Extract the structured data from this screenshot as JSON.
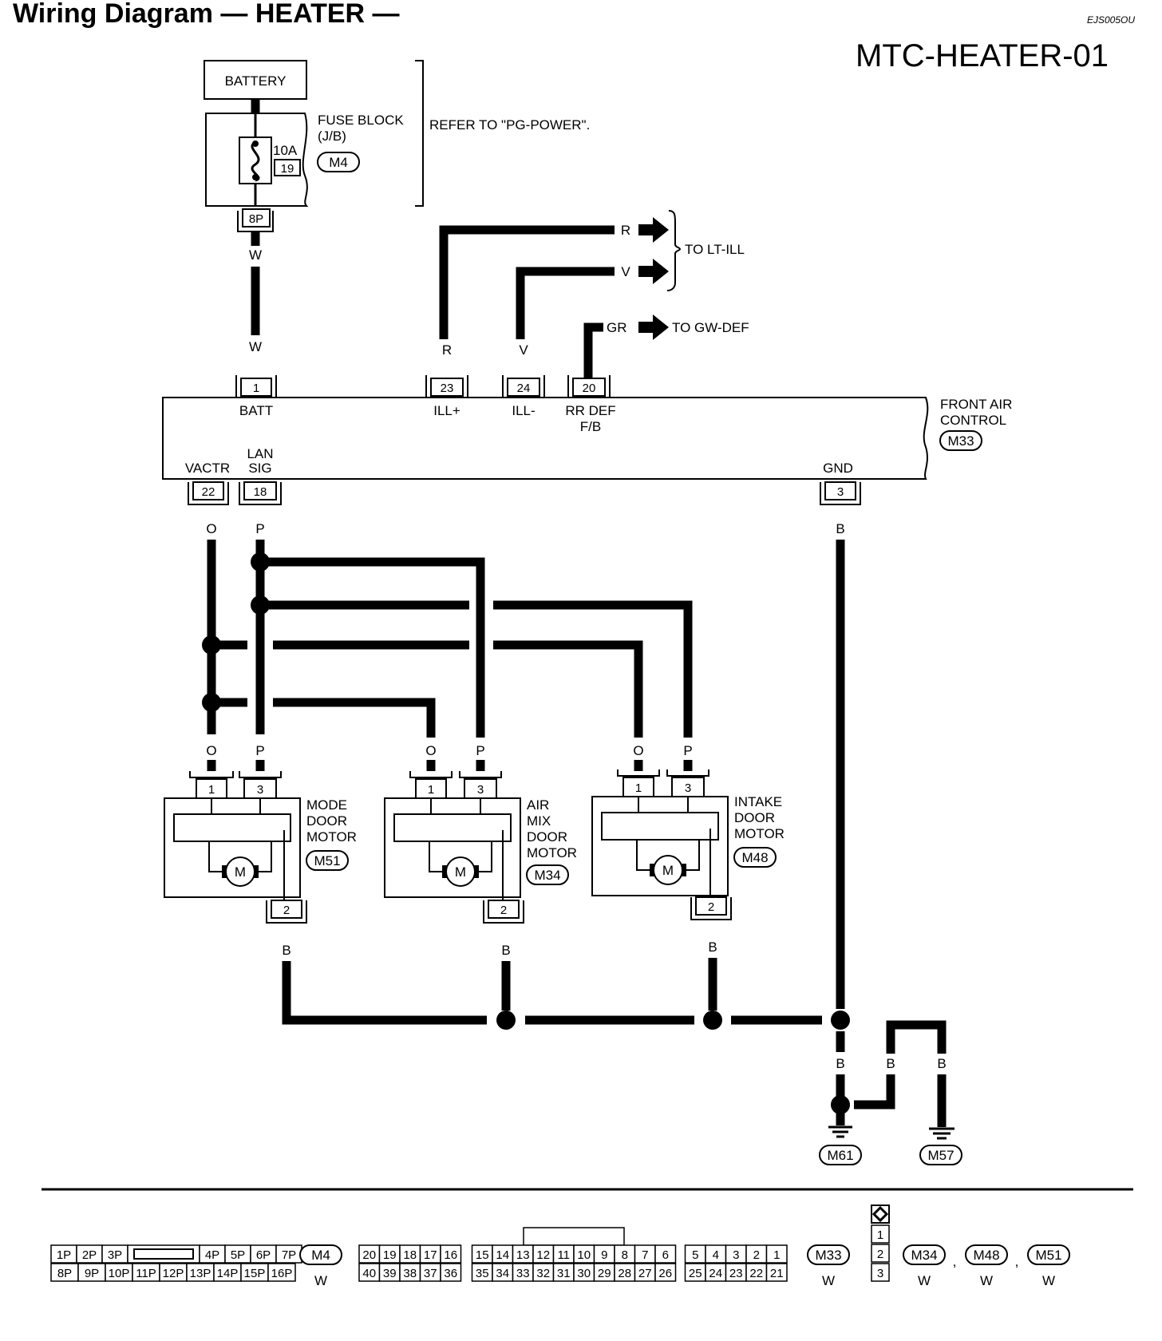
{
  "header": {
    "title": "Wiring Diagram — HEATER —",
    "doc_code": "EJS005OU",
    "page_code": "MTC-HEATER-01"
  },
  "power": {
    "battery": "BATTERY",
    "fuse_block": "FUSE BLOCK",
    "fuse_block_sub": "(J/B)",
    "fuse_rating": "10A",
    "fuse_number": "19",
    "fuse_block_connector": "M4",
    "refer_text": "REFER TO \"PG-POWER\".",
    "fuse_block_terminal": "8P"
  },
  "wires": {
    "w": "W",
    "r": "R",
    "v": "V",
    "gr": "GR",
    "o": "O",
    "p": "P",
    "b": "B"
  },
  "destinations": {
    "lt_ill": "TO LT-ILL",
    "gw_def": "TO GW-DEF"
  },
  "front_air_control": {
    "name_line1": "FRONT AIR",
    "name_line2": "CONTROL",
    "connector": "M33",
    "terminals": {
      "batt": {
        "num": "1",
        "label": "BATT"
      },
      "ill_plus": {
        "num": "23",
        "label": "ILL+"
      },
      "ill_minus": {
        "num": "24",
        "label": "ILL-"
      },
      "rr_def": {
        "num": "20",
        "label1": "RR DEF",
        "label2": "F/B"
      },
      "vactr": {
        "num": "22",
        "label": "VACTR"
      },
      "lan_sig": {
        "num": "18",
        "label1": "LAN",
        "label2": "SIG"
      },
      "gnd": {
        "num": "3",
        "label": "GND"
      }
    }
  },
  "motors": [
    {
      "line1": "MODE",
      "line2": "DOOR",
      "line3": "MOTOR",
      "line4": "",
      "connector": "M51",
      "t1": "1",
      "t3": "3",
      "t2": "2",
      "symbol": "M"
    },
    {
      "line1": "AIR",
      "line2": "MIX",
      "line3": "DOOR",
      "line4": "MOTOR",
      "connector": "M34",
      "t1": "1",
      "t3": "3",
      "t2": "2",
      "symbol": "M"
    },
    {
      "line1": "INTAKE",
      "line2": "DOOR",
      "line3": "MOTOR",
      "line4": "",
      "connector": "M48",
      "t1": "1",
      "t3": "3",
      "t2": "2",
      "symbol": "M"
    }
  ],
  "grounds": [
    "M61",
    "M57"
  ],
  "connector_views": {
    "m4": {
      "row1": [
        "1P",
        "2P",
        "3P",
        "",
        "4P",
        "5P",
        "6P",
        "7P"
      ],
      "row2": [
        "8P",
        "9P",
        "10P",
        "11P",
        "12P",
        "13P",
        "14P",
        "15P",
        "16P"
      ],
      "id": "M4",
      "color": "W"
    },
    "m33": {
      "row1": [
        "20",
        "19",
        "18",
        "17",
        "16",
        "15",
        "14",
        "13",
        "12",
        "11",
        "10",
        "9",
        "8",
        "7",
        "6",
        "5",
        "4",
        "3",
        "2",
        "1"
      ],
      "row2": [
        "40",
        "39",
        "38",
        "37",
        "36",
        "35",
        "34",
        "33",
        "32",
        "31",
        "30",
        "29",
        "28",
        "27",
        "26",
        "25",
        "24",
        "23",
        "22",
        "21"
      ],
      "id": "M33",
      "color": "W"
    },
    "motor_conn": {
      "pins": [
        "1",
        "2",
        "3"
      ],
      "ids": [
        "M34",
        "M48",
        "M51"
      ],
      "colors": [
        "W",
        "W",
        "W"
      ],
      "separator": ","
    }
  },
  "colors": {
    "line": "#000000",
    "background": "#ffffff"
  }
}
